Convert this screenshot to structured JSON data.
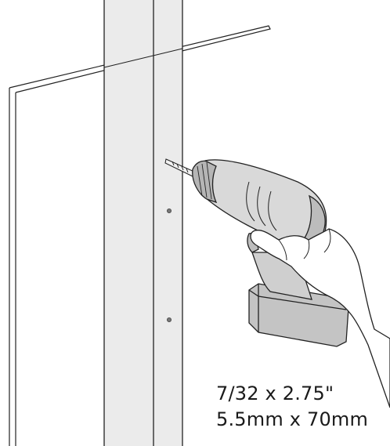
{
  "instruction": {
    "drill_bit_size_imperial": "7/32 x 2.75\"",
    "drill_bit_size_metric": "5.5mm x 70mm"
  },
  "illustration": {
    "objects": [
      "wall-panel",
      "vertical-post",
      "cordless-drill",
      "hand",
      "drill-bit",
      "screw-holes"
    ],
    "colors": {
      "line": "#222222",
      "post_fill": "#ebebeb",
      "drill_fill": "#d9d9d9",
      "battery_fill": "#c4c4c4"
    }
  }
}
